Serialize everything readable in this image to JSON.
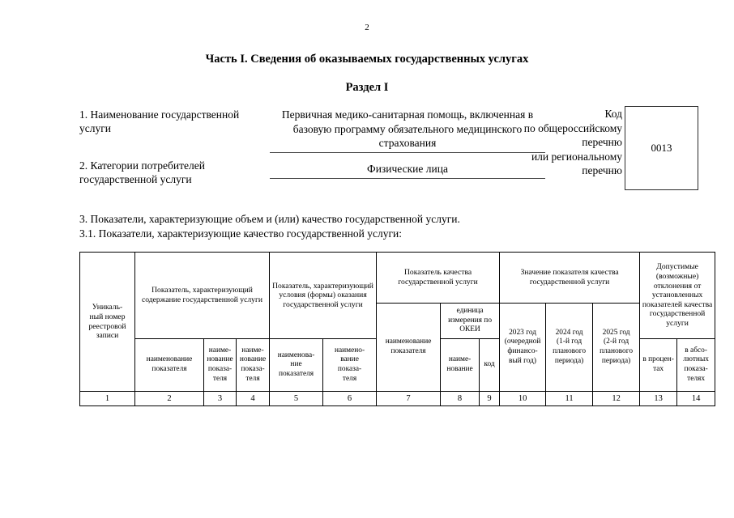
{
  "document": {
    "page_number": "2",
    "part_title": "Часть I. Сведения об оказываемых государственных услугах",
    "section_title": "Раздел I"
  },
  "fields": {
    "service_name": {
      "label": "1. Наименование государственной услуги",
      "value": "Первичная медико-санитарная помощь, включенная в базовую программу обязательного медицинского страхования"
    },
    "consumer_categories": {
      "label": "2. Категории потребителей государственной услуги",
      "value": "Физические лица"
    },
    "code": {
      "caption_line_1": "Код",
      "caption_line_2": "по общероссийскому",
      "caption_line_3": "перечню",
      "caption_line_4": "или региональному",
      "caption_line_5": "перечню",
      "value": "0013"
    }
  },
  "paragraphs": {
    "item_3": "3. Показатели, характеризующие объем и (или) качество государственной услуги.",
    "item_3_1": "3.1. Показатели, характеризующие качество государственной услуги:"
  },
  "quality_table": {
    "group_headers": {
      "unique_registry_number": "Уникаль-\nный номер\nреестровой\nзаписи",
      "unique_registry_number_l1": "Уникаль-",
      "unique_registry_number_l2": "ный номер",
      "unique_registry_number_l3": "реестровой",
      "unique_registry_number_l4": "записи",
      "content_indicator": "Показатель, характеризующий содержание государственной услуги",
      "conditions_indicator": "Показатель, характеризующий условия (формы) оказания государственной услуги",
      "quality_indicator": "Показатель качества государственной услуги",
      "quality_value": "Значение показателя качества государственной услуги",
      "permissible_deviations": "Допустимые (возможные) отклонения от установленных показателей качества государственной услуги"
    },
    "sub_headers": {
      "name_of_indicator_full": "наименование показателя",
      "name_of_indicator_hyph": "наиме-\nнование\nпоказа-\nтеля",
      "name_of_indicator_hyph_l1": "наиме-",
      "name_of_indicator_hyph_l2": "нование",
      "name_of_indicator_hyph_l3": "показа-",
      "name_of_indicator_hyph_l4": "теля",
      "name_of_indicator_alt_l1": "наименова-",
      "name_of_indicator_alt_l2": "ние",
      "name_of_indicator_alt_l3": "показателя",
      "name_of_indicator_alt2_l1": "наимено-",
      "name_of_indicator_alt2_l2": "вание",
      "name_of_indicator_alt2_l3": "показа-",
      "name_of_indicator_alt2_l4": "теля",
      "unit_okei": "единица измерения по ОКЕИ",
      "unit_name_l1": "наиме-",
      "unit_name_l2": "нование",
      "unit_code": "код",
      "year_2023_l1": "2023 год",
      "year_2023_l2": "(очередной",
      "year_2023_l3": "финансо-",
      "year_2023_l4": "вый год)",
      "year_2024_l1": "2024 год",
      "year_2024_l2": "(1-й год",
      "year_2024_l3": "планового",
      "year_2024_l4": "периода)",
      "year_2025_l1": "2025 год",
      "year_2025_l2": "(2-й год",
      "year_2025_l3": "планового",
      "year_2025_l4": "периода)",
      "in_percent_l1": "в процен-",
      "in_percent_l2": "тах",
      "in_absolute_l1": "в абсо-",
      "in_absolute_l2": "лютных",
      "in_absolute_l3": "показа-",
      "in_absolute_l4": "телях"
    },
    "column_numbers": [
      "1",
      "2",
      "3",
      "4",
      "5",
      "6",
      "7",
      "8",
      "9",
      "10",
      "11",
      "12",
      "13",
      "14"
    ]
  }
}
